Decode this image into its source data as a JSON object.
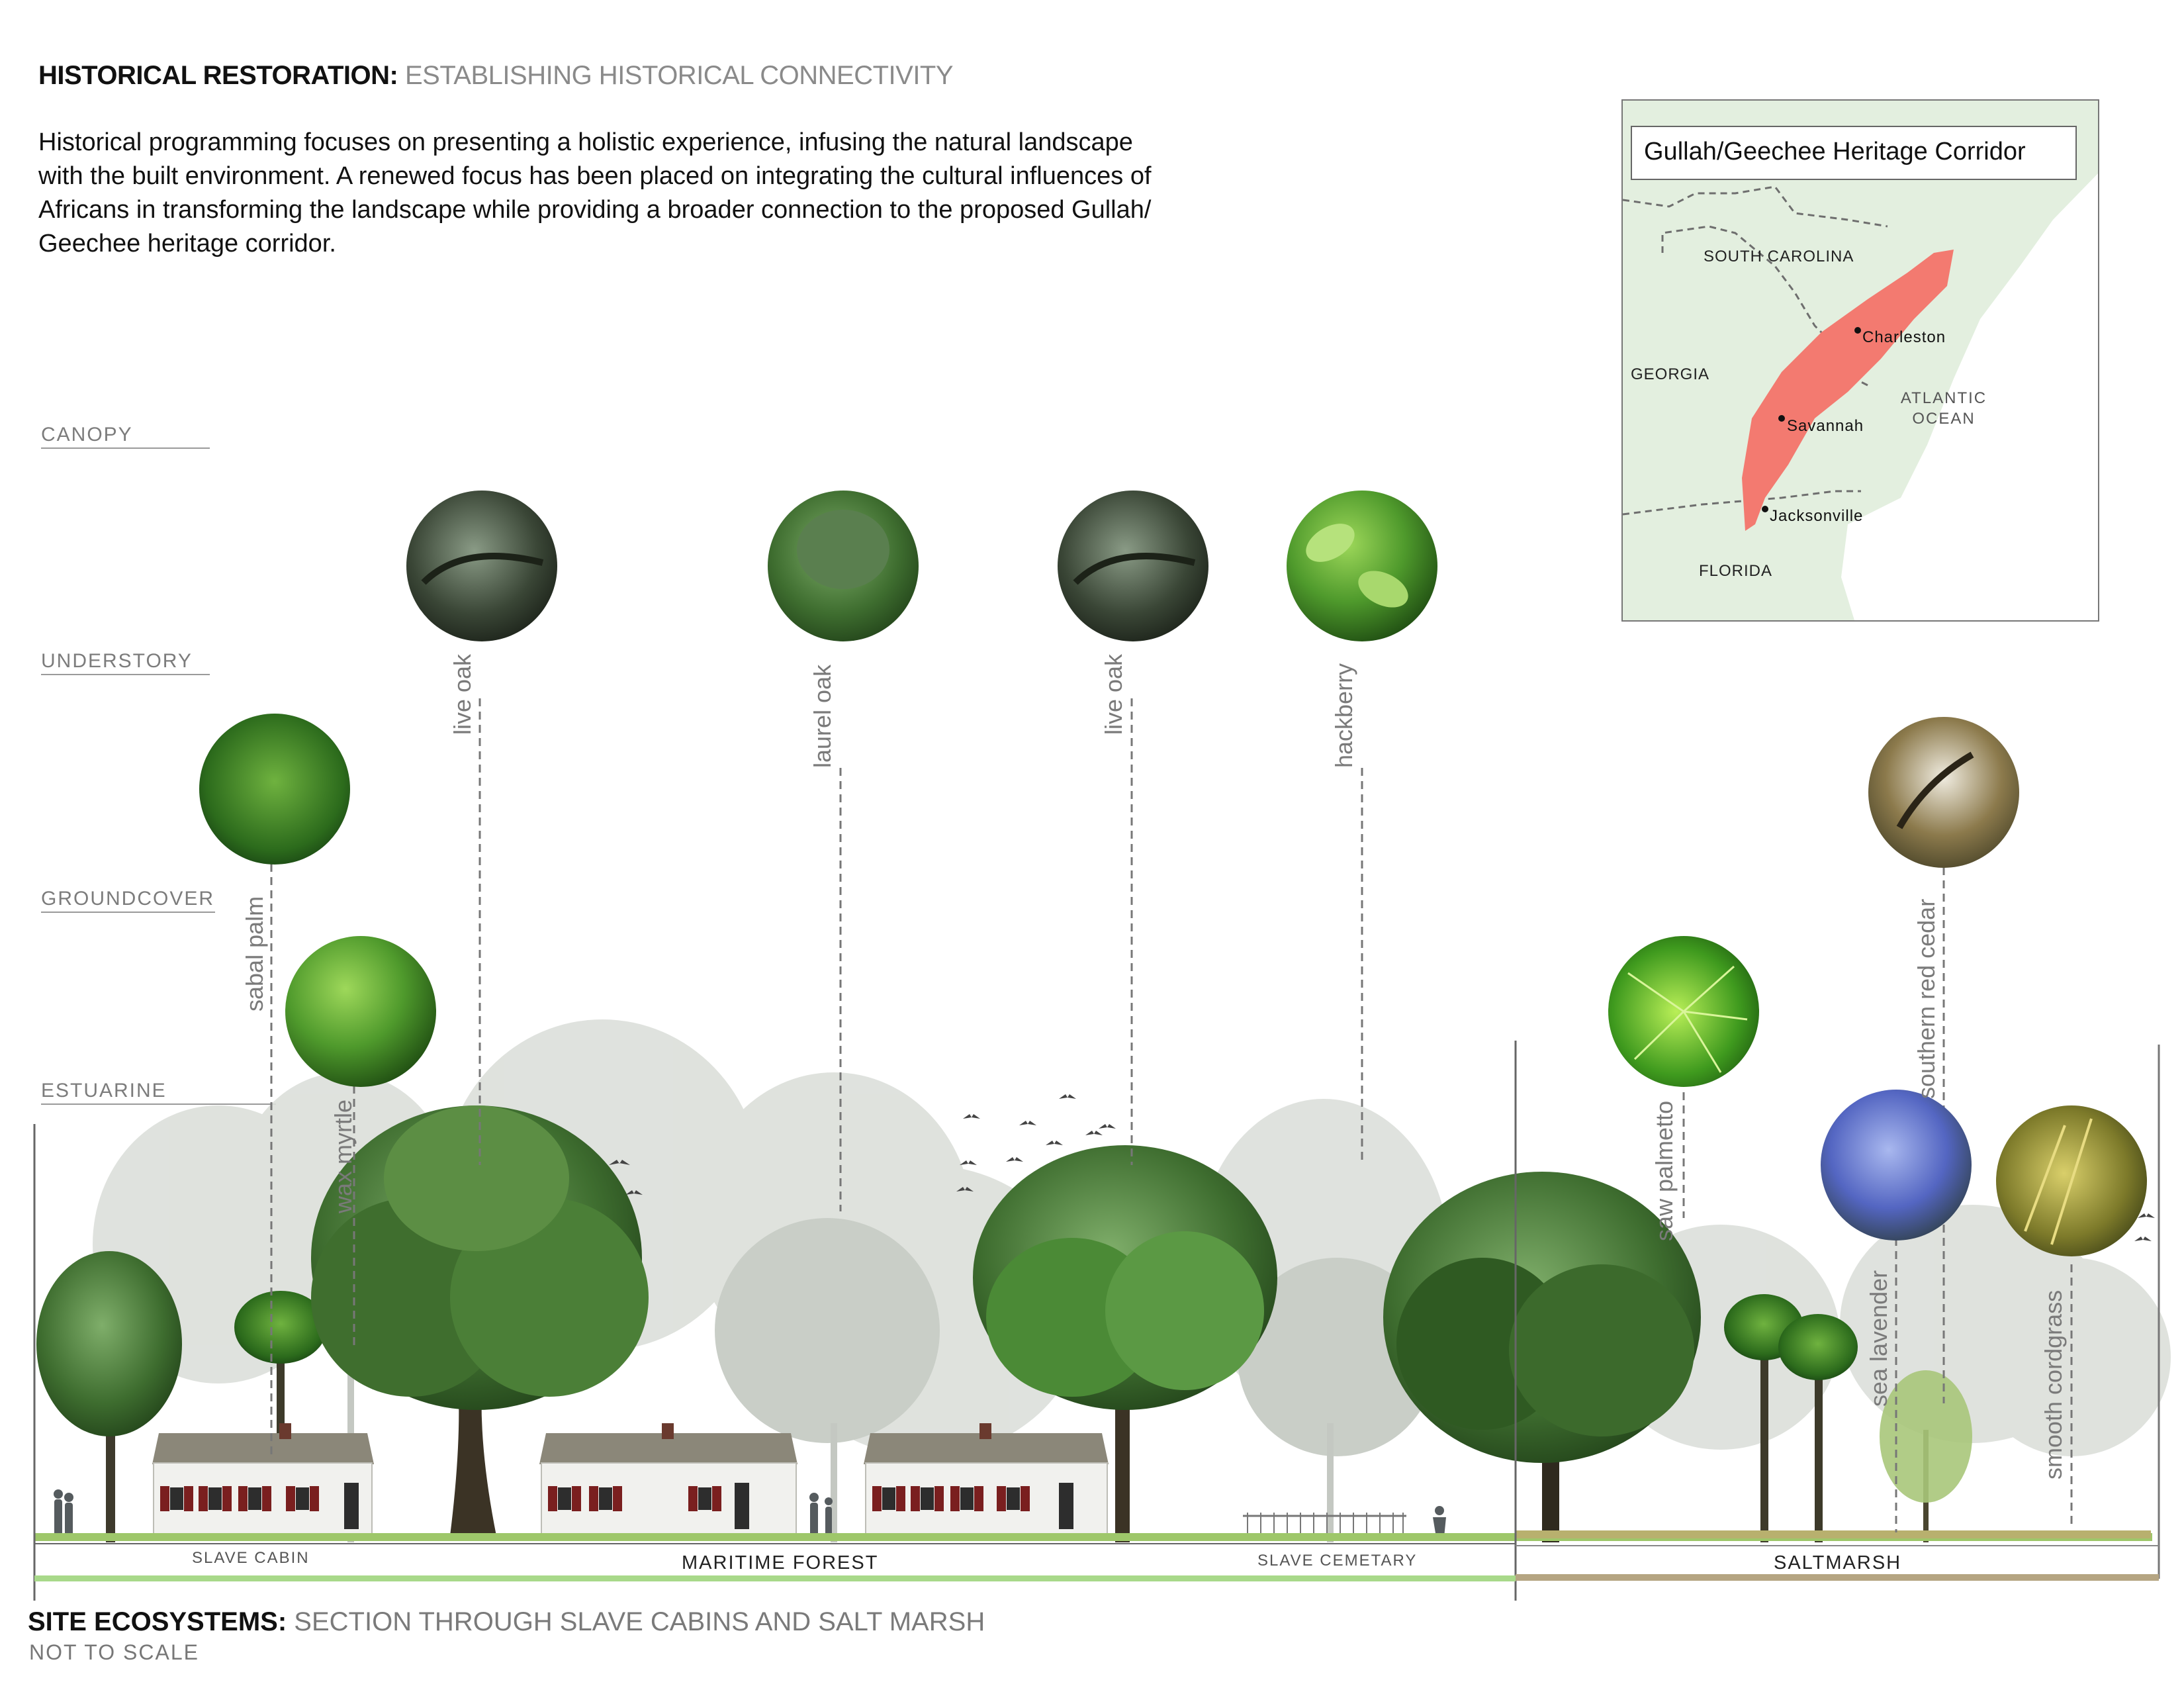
{
  "header": {
    "title_bold": "HISTORICAL RESTORATION:",
    "title_light": "ESTABLISHING HISTORICAL CONNECTIVITY"
  },
  "intro": {
    "lines": [
      "Historical programming focuses on presenting a holistic experience, infusing the natural landscape",
      "with the built environment.  A renewed focus has been placed on integrating the cultural influences of",
      "Africans in transforming the landscape while providing a broader connection to the proposed Gullah/",
      "Geechee heritage corridor."
    ]
  },
  "layers": {
    "canopy": "CANOPY",
    "understory": "UNDERSTORY",
    "groundcover": "GROUNDCOVER",
    "estuarine": "ESTUARINE"
  },
  "plants": {
    "sabal_palm": "sabal palm",
    "wax_myrtle": "wax myrtle",
    "live_oak_1": "live oak",
    "laurel_oak": "laurel oak",
    "live_oak_2": "live oak",
    "hackberry": "hackberry",
    "saw_palmetto": "saw palmetto",
    "southern_red_cedar": "southern red cedar",
    "sea_lavender": "sea lavender",
    "smooth_cordgrass": "smooth cordgrass"
  },
  "map": {
    "title": "Gullah/Geechee Heritage Corridor",
    "south_carolina": "SOUTH CAROLINA",
    "georgia": "GEORGIA",
    "florida": "FLORIDA",
    "ocean_line1": "ATLANTIC",
    "ocean_line2": "OCEAN",
    "charleston": "Charleston",
    "savannah": "Savannah",
    "jacksonville": "Jacksonville",
    "colors": {
      "land": "#e3efdf",
      "corridor": "#f37a70",
      "border": "#6e6e6e"
    }
  },
  "sections": {
    "slave_cabin": "SLAVE CABIN",
    "maritime_forest": "MARITIME FOREST",
    "slave_cemetary": "SLAVE CEMETARY",
    "saltmarsh": "SALTMARSH",
    "colors": {
      "forest_bar": "#a8d98a",
      "marsh_bar": "#b5a582"
    }
  },
  "caption": {
    "bold": "SITE ECOSYSTEMS:",
    "light": "SECTION THROUGH SLAVE CABINS AND SALT MARSH",
    "scale": "NOT TO SCALE"
  }
}
